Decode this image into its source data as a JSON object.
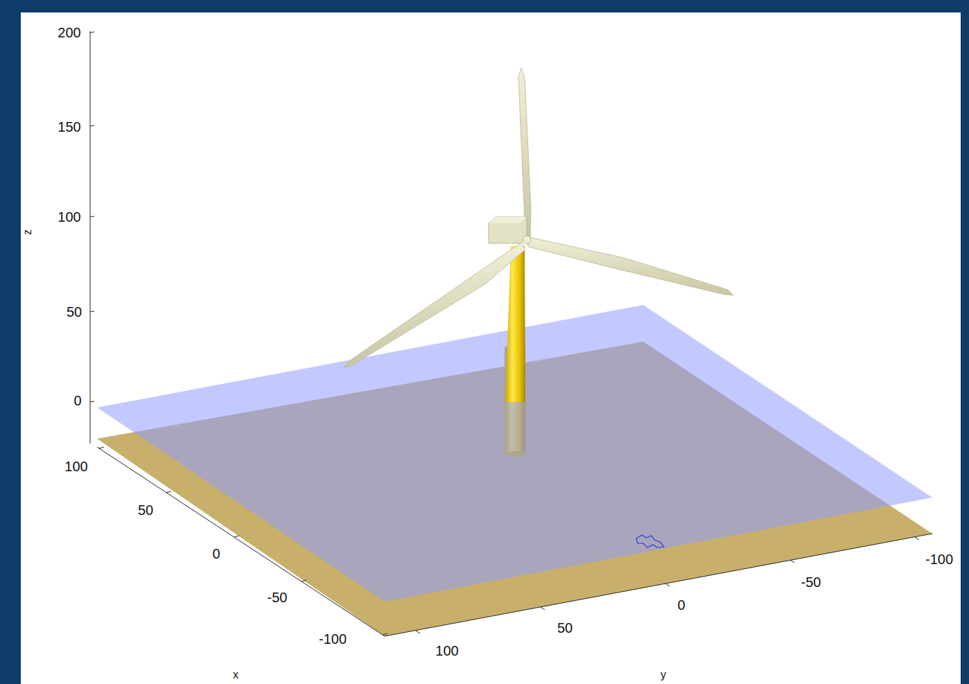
{
  "diagram": {
    "labels": [
      "200",
      "150",
      "100",
      "50",
      "0",
      "z",
      "100",
      "50",
      "0",
      "-50",
      "-100",
      "x",
      "-100",
      "-50",
      "0",
      "50",
      "100",
      "y"
    ]
  }
}
